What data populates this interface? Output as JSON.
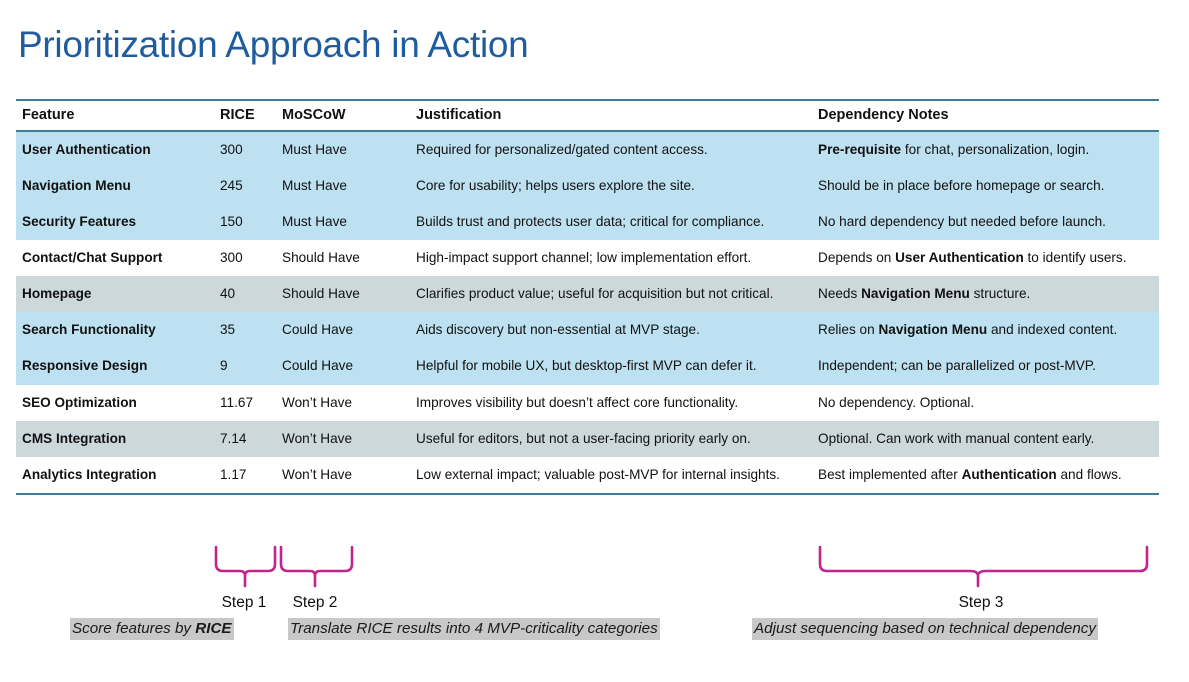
{
  "title": "Prioritization Approach in Action",
  "theme": {
    "title_color": "#1F5C9E",
    "row_blue": "#BDE1F1",
    "row_gray": "#CDD8DD",
    "row_white": "#FFFFFF",
    "border_teal": "#3F7E96",
    "brace_magenta": "#C2238C",
    "caption_highlight": "#C8C8C8"
  },
  "table": {
    "columns": [
      "Feature",
      "RICE",
      "MoSCoW",
      "Justification",
      "Dependency Notes"
    ],
    "rows": [
      {
        "feature": "User Authentication",
        "rice": "300",
        "moscow": "Must Have",
        "justification": "Required for personalized/gated content access.",
        "dependency_pre": "",
        "dependency_bold": "Pre-requisite",
        "dependency_post": " for chat, personalization, login.",
        "band": "blue"
      },
      {
        "feature": "Navigation Menu",
        "rice": "245",
        "moscow": "Must Have",
        "justification": "Core for usability; helps users explore the site.",
        "dependency_pre": "Should be in place before homepage or search.",
        "dependency_bold": "",
        "dependency_post": "",
        "band": "blue"
      },
      {
        "feature": "Security Features",
        "rice": "150",
        "moscow": "Must Have",
        "justification": "Builds trust and protects user data; critical for compliance.",
        "dependency_pre": "No hard dependency but needed before launch.",
        "dependency_bold": "",
        "dependency_post": "",
        "band": "blue"
      },
      {
        "feature": "Contact/Chat Support",
        "rice": "300",
        "moscow": "Should Have",
        "justification": "High-impact support channel; low implementation effort.",
        "dependency_pre": "Depends on ",
        "dependency_bold": "User Authentication",
        "dependency_post": " to identify users.",
        "band": "white"
      },
      {
        "feature": "Homepage",
        "rice": "40",
        "moscow": "Should Have",
        "justification": "Clarifies product value; useful for acquisition but not critical.",
        "dependency_pre": "Needs ",
        "dependency_bold": "Navigation Menu",
        "dependency_post": " structure.",
        "band": "gray"
      },
      {
        "feature": "Search Functionality",
        "rice": "35",
        "moscow": "Could Have",
        "justification": "Aids discovery but non-essential at MVP stage.",
        "dependency_pre": "Relies on ",
        "dependency_bold": "Navigation Menu",
        "dependency_post": " and indexed content.",
        "band": "blue"
      },
      {
        "feature": "Responsive Design",
        "rice": "9",
        "moscow": "Could Have",
        "justification": "Helpful for mobile UX, but desktop-first MVP can defer it.",
        "dependency_pre": "Independent; can be parallelized or post-MVP.",
        "dependency_bold": "",
        "dependency_post": "",
        "band": "blue"
      },
      {
        "feature": "SEO Optimization",
        "rice": "11.67",
        "moscow": "Won’t Have",
        "justification": "Improves visibility but doesn’t affect core functionality.",
        "dependency_pre": "No dependency. Optional.",
        "dependency_bold": "",
        "dependency_post": "",
        "band": "white"
      },
      {
        "feature": "CMS Integration",
        "rice": "7.14",
        "moscow": "Won’t Have",
        "justification": "Useful for editors, but not a user-facing priority early on.",
        "dependency_pre": "Optional. Can work with manual content early.",
        "dependency_bold": "",
        "dependency_post": "",
        "band": "gray"
      },
      {
        "feature": "Analytics Integration",
        "rice": "1.17",
        "moscow": "Won’t Have",
        "justification": "Low external impact; valuable post-MVP for internal insights.",
        "dependency_pre": "Best implemented after ",
        "dependency_bold": "Authentication",
        "dependency_post": " and flows.",
        "band": "white"
      }
    ]
  },
  "annotations": {
    "steps": [
      {
        "label": "Step 1",
        "caption_pre": "Score features by ",
        "caption_bold": "RICE",
        "caption_post": ""
      },
      {
        "label": "Step 2",
        "caption_pre": "Translate RICE results into 4 MVP-criticality categories",
        "caption_bold": "",
        "caption_post": ""
      },
      {
        "label": "Step 3",
        "caption_pre": "Adjust sequencing based on technical dependency",
        "caption_bold": "",
        "caption_post": ""
      }
    ]
  }
}
